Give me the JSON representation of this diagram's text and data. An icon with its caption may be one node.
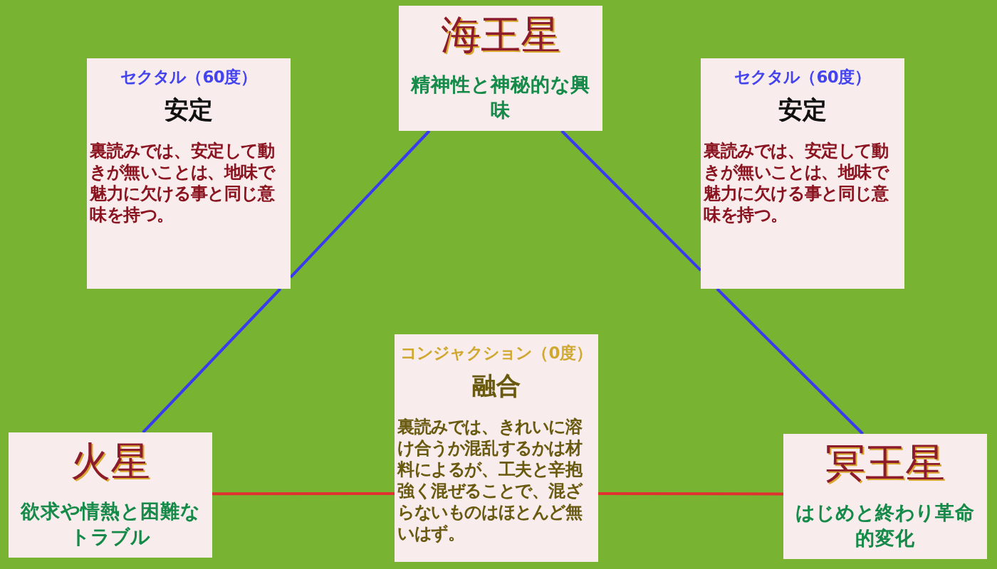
{
  "diagram": {
    "nodes": [
      {
        "text": [
          "海王星",
          "精神性と神秘的な興味"
        ]
      },
      {
        "text": [
          "セクタル（60度）",
          "安定",
          "裏読みでは、安定して動きが無いことは、地味で魅力に欠ける事と同じ意味を持つ。"
        ]
      },
      {
        "text": [
          "セクタル（60度）",
          "安定",
          "裏読みでは、安定して動きが無いことは、地味で魅力に欠ける事と同じ意味を持つ。"
        ]
      },
      {
        "text": [
          "火星",
          "欲求や情熱と困難なトラブル"
        ]
      },
      {
        "text": [
          "コンジャクション（0度）",
          "融合",
          "裏読みでは、きれいに溶け合うか混乱するかは材料によるが、工夫と辛抱強く混ぜることで、混ざらないものはほとんど無いはず。"
        ]
      },
      {
        "text": [
          "冥王星",
          "はじめと終わり革命的変化"
        ]
      }
    ],
    "edges": [
      {
        "from": 0,
        "to": 1,
        "arrow": "none"
      },
      {
        "from": 1,
        "to": 3,
        "arrow": "none"
      },
      {
        "from": 0,
        "to": 2,
        "arrow": "none"
      },
      {
        "from": 2,
        "to": 5,
        "arrow": "none"
      },
      {
        "from": 3,
        "to": 4,
        "arrow": "none",
        "color": "#e03030"
      },
      {
        "from": 4,
        "to": 5,
        "arrow": "none",
        "color": "#e03030"
      }
    ]
  }
}
